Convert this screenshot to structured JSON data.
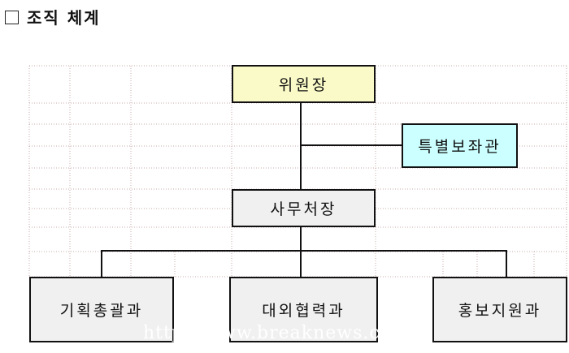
{
  "title": {
    "bullet_icon": "square-outline-icon",
    "text": "조직 체계"
  },
  "chart": {
    "root": {
      "label": "위원장",
      "color": "#fafac8"
    },
    "advisor": {
      "label": "특별보좌관",
      "color": "#ccffff"
    },
    "secretariat": {
      "label": "사무처장",
      "color": "#f0f0f0"
    },
    "divisions": [
      {
        "label": "기획총괄과",
        "color": "#f0f0f0"
      },
      {
        "label": "대외협력과",
        "color": "#f0f0f0"
      },
      {
        "label": "홍보지원과",
        "color": "#f0f0f0"
      }
    ]
  },
  "watermark": "http://www.breaknews.com"
}
